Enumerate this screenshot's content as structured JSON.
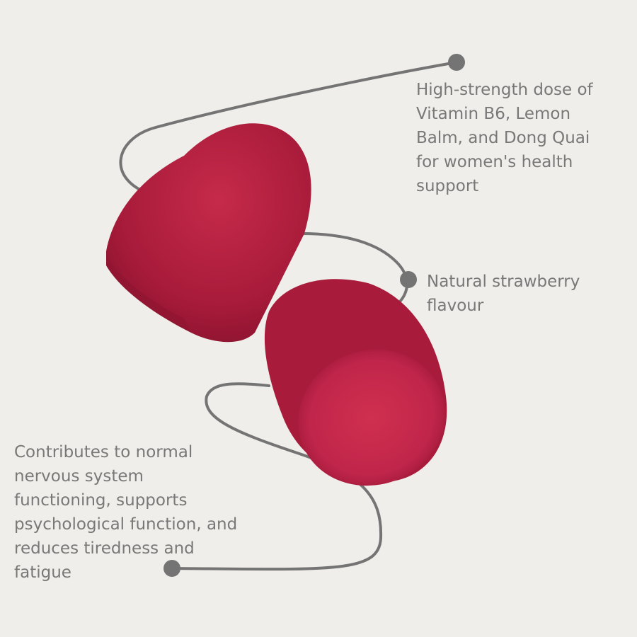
{
  "callouts": {
    "dose": {
      "lines": [
        "High-strength dose of",
        "Vitamin B6, Lemon",
        "Balm, and Dong Quai",
        "for women's health",
        "support"
      ]
    },
    "flavour": {
      "lines": [
        "Natural strawberry",
        "flavour"
      ]
    },
    "benefits": {
      "lines": [
        "Contributes to normal",
        "nervous system",
        "functioning, supports",
        "psychological function, and",
        "reduces tiredness and",
        "fatigue"
      ]
    }
  },
  "colors": {
    "background": "#efeeea",
    "line": "#747474",
    "text": "#787878",
    "gummy": "#b3203f"
  }
}
